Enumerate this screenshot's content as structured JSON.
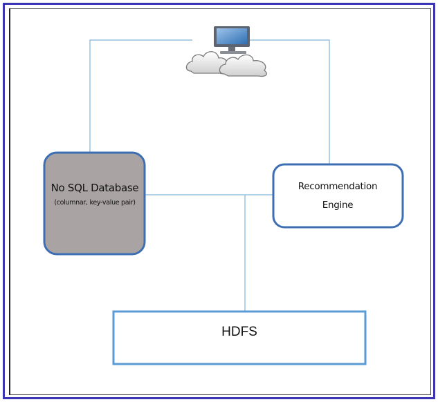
{
  "diagram": {
    "nodes": {
      "client": {
        "icon": "cloud-computer-icon"
      },
      "nosql": {
        "title": "No SQL Database",
        "subtitle": "(columnar, key-value pair)"
      },
      "recommendation": {
        "line1": "Recommendation",
        "line2": "Engine"
      },
      "hdfs": {
        "label": "HDFS"
      }
    },
    "colors": {
      "frame": "#3a36b3",
      "connector": "#7fb3dc",
      "node_border": "#3c6eb4",
      "nosql_fill": "#a9a3a3",
      "hdfs_border": "#5b9bd5"
    }
  }
}
